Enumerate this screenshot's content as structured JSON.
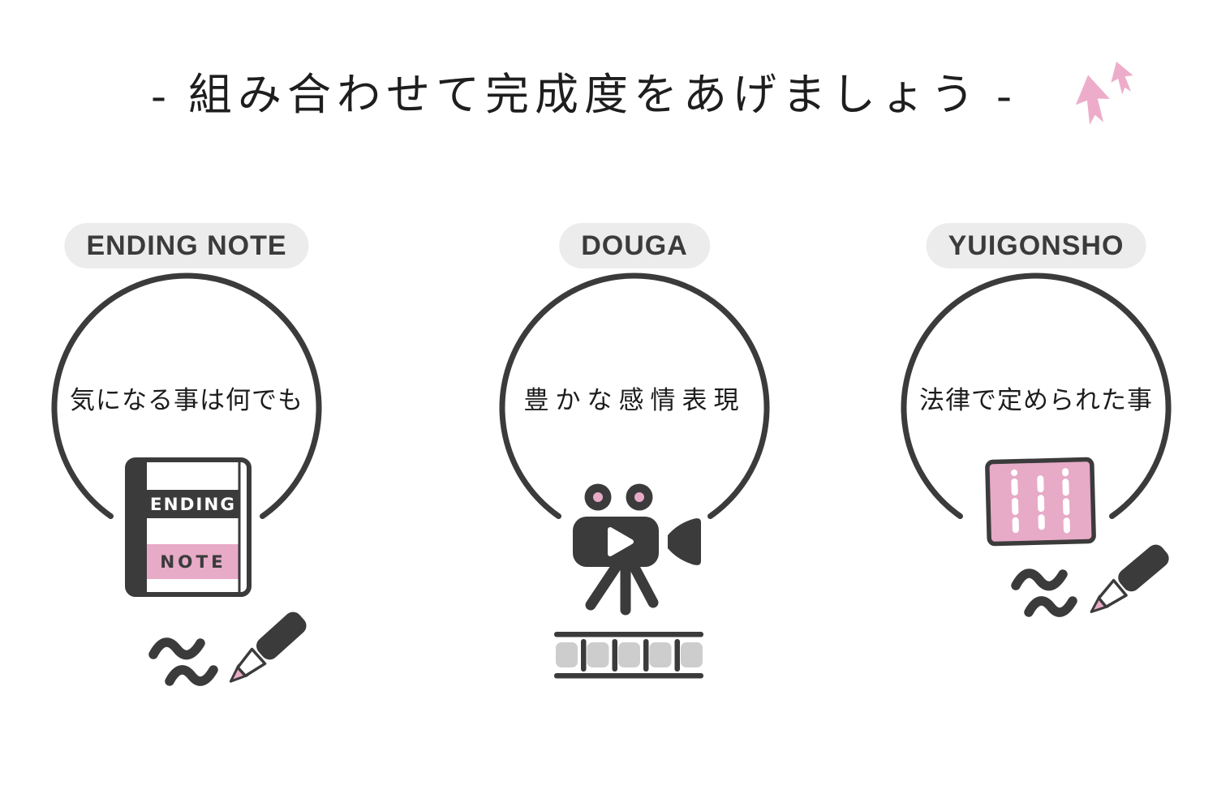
{
  "title": {
    "text": "- 組み合わせて完成度をあげましょう -",
    "decoration": "two-pink-up-arrows"
  },
  "colors": {
    "background": "#ffffff",
    "ink": "#3b3b3b",
    "heading_text": "#1e1e1e",
    "pink": "#e7aac7",
    "pink_arrow": "#edadca",
    "badge_background": "#ececec",
    "film_cell_gray": "#cdcdcd"
  },
  "cards": [
    {
      "id": "ending-note",
      "badge": "ENDING NOTE",
      "description": "気になる事は何でも",
      "icon": "ending-note-book-with-pen-icon",
      "book": {
        "top_label": "ENDING",
        "bottom_label": "NOTE"
      }
    },
    {
      "id": "douga",
      "badge": "DOUGA",
      "description": "豊かな感情表現",
      "icon": "video-camera-with-film-strip-icon"
    },
    {
      "id": "yuigonsho",
      "badge": "YUIGONSHO",
      "description": "法律で定められた事",
      "icon": "document-with-pen-icon"
    }
  ]
}
